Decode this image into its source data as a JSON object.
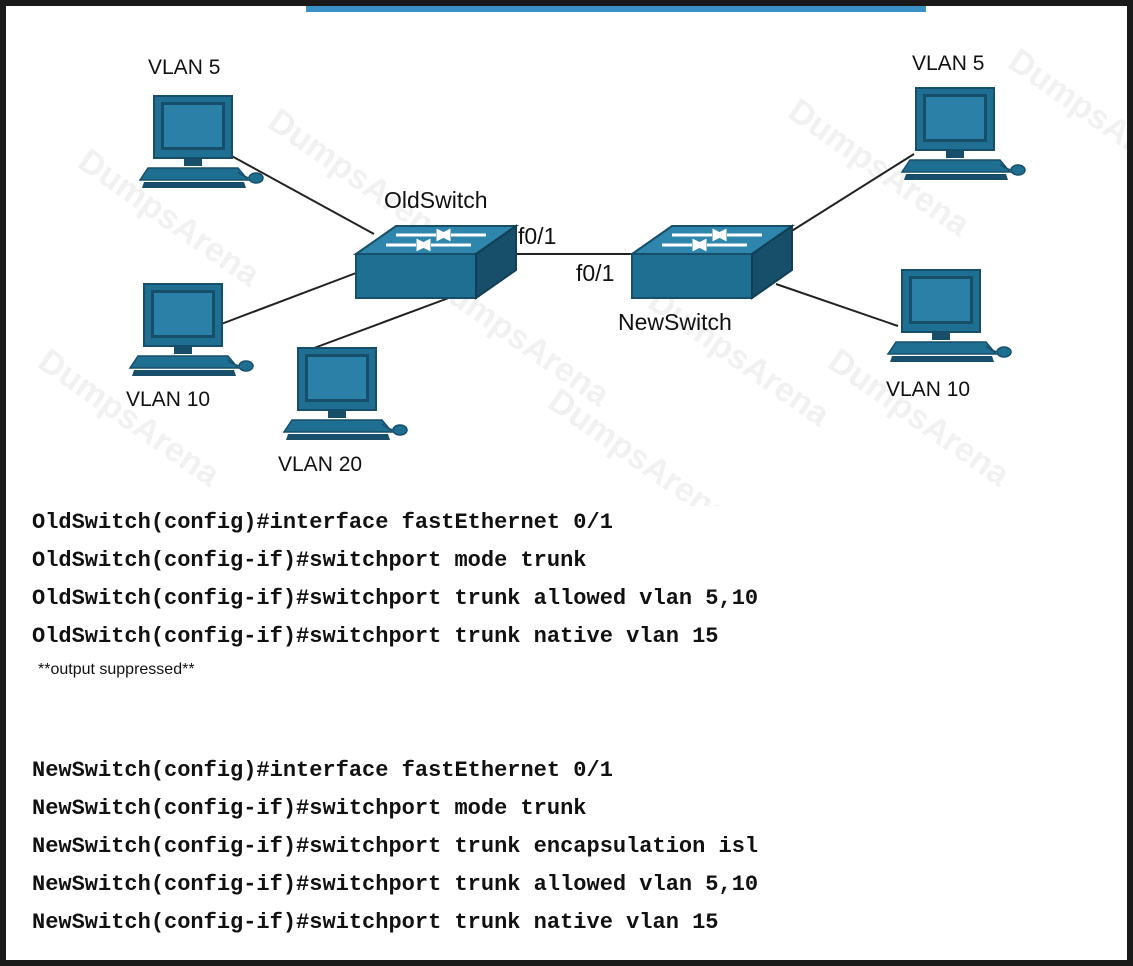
{
  "topology": {
    "pcs": [
      {
        "id": "pc-left-top",
        "vlan_label": "VLAN 5"
      },
      {
        "id": "pc-left-mid",
        "vlan_label": "VLAN 10"
      },
      {
        "id": "pc-left-bottom",
        "vlan_label": "VLAN 20"
      },
      {
        "id": "pc-right-top",
        "vlan_label": "VLAN 5"
      },
      {
        "id": "pc-right-bottom",
        "vlan_label": "VLAN 10"
      }
    ],
    "switches": [
      {
        "id": "oldswitch",
        "name": "OldSwitch",
        "port": "f0/1"
      },
      {
        "id": "newswitch",
        "name": "NewSwitch",
        "port": "f0/1"
      }
    ],
    "watermark": "DumpsArena",
    "colors": {
      "device": "#1f6f93",
      "device_top": "#2f86ad",
      "device_dark": "#174e69"
    }
  },
  "oldswitch_config": [
    "OldSwitch(config)#interface fastEthernet 0/1",
    "OldSwitch(config-if)#switchport mode trunk",
    "OldSwitch(config-if)#switchport trunk allowed vlan 5,10",
    "OldSwitch(config-if)#switchport trunk native vlan 15"
  ],
  "output_note": "**output suppressed**",
  "newswitch_config": [
    "NewSwitch(config)#interface fastEthernet 0/1",
    "NewSwitch(config-if)#switchport mode trunk",
    "NewSwitch(config-if)#switchport trunk encapsulation isl",
    "NewSwitch(config-if)#switchport trunk allowed vlan 5,10",
    "NewSwitch(config-if)#switchport trunk native vlan 15"
  ]
}
